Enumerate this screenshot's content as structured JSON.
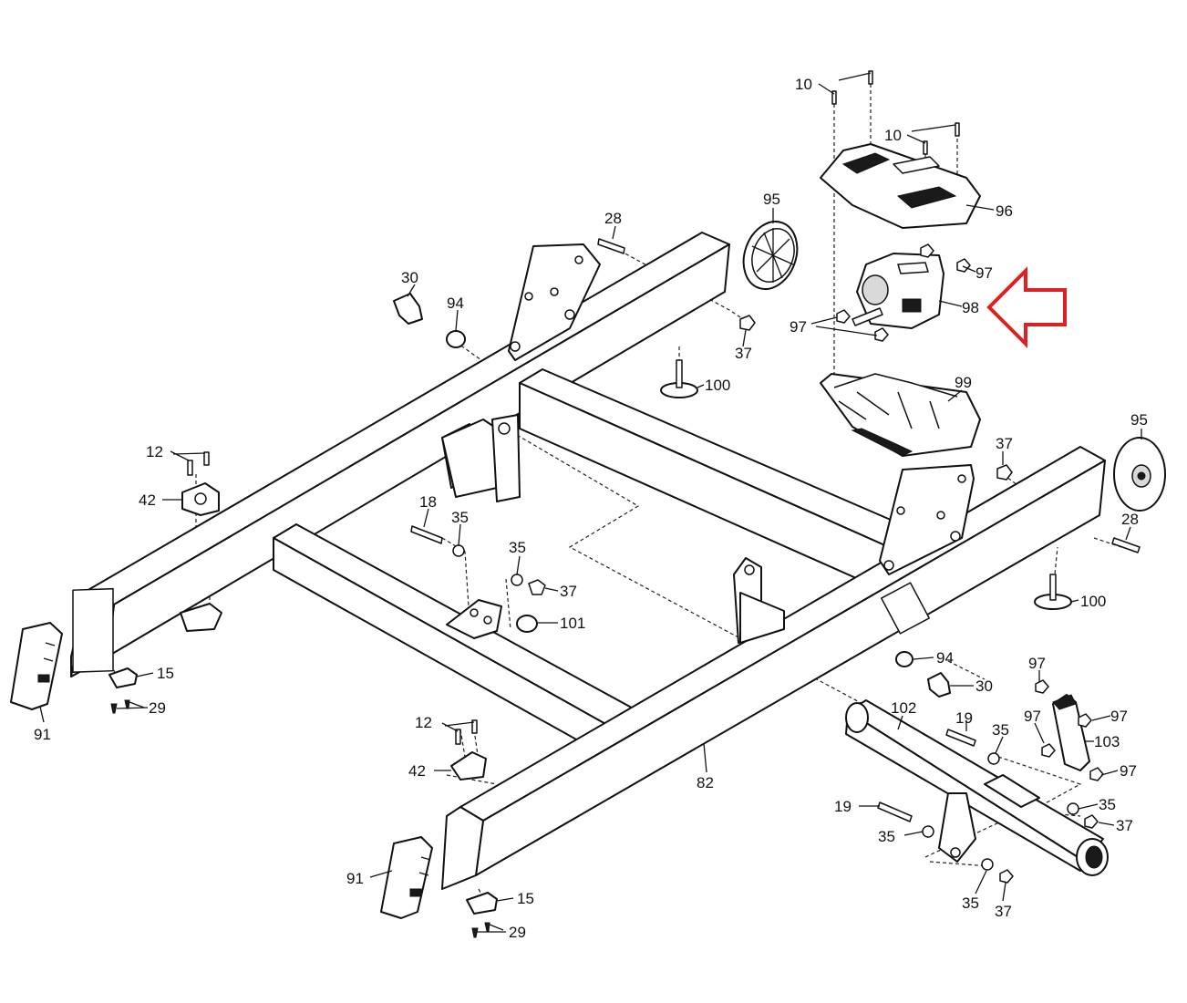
{
  "labels": {
    "p10": "10",
    "p12": "12",
    "p15": "15",
    "p18": "18",
    "p19": "19",
    "p28": "28",
    "p29": "29",
    "p30": "30",
    "p35": "35",
    "p37": "37",
    "p42": "42",
    "p82": "82",
    "p91": "91",
    "p94": "94",
    "p95": "95",
    "p96": "96",
    "p97": "97",
    "p98": "98",
    "p99": "99",
    "p100": "100",
    "p101": "101",
    "p102": "102",
    "p103": "103"
  },
  "highlight": {
    "target_part": "98",
    "arrow_color": "#e02020"
  }
}
